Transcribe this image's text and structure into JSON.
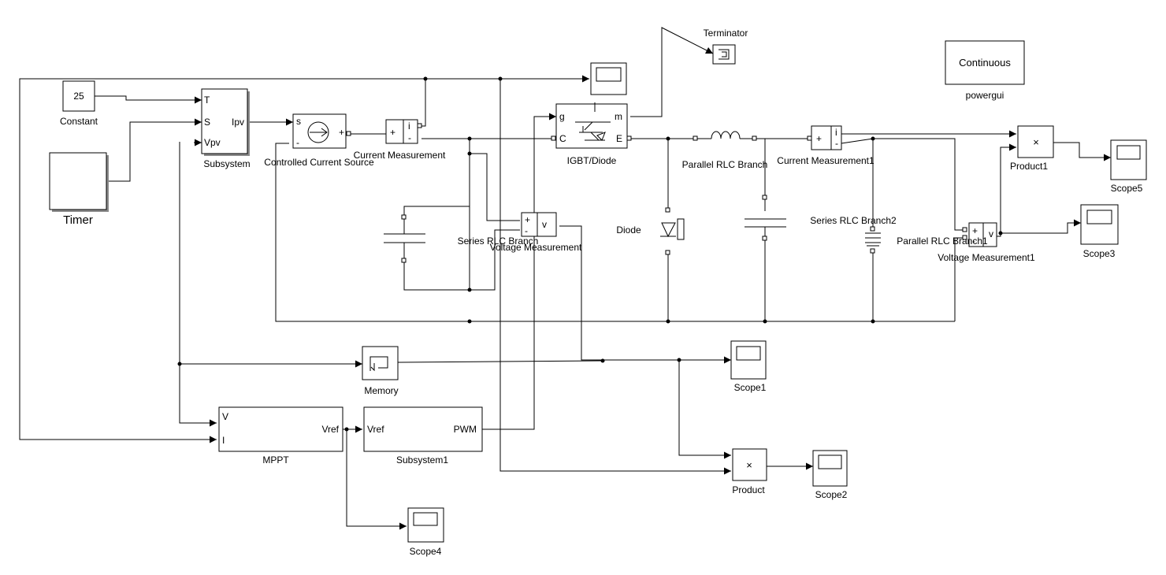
{
  "blocks": {
    "constant": {
      "value": "25",
      "label": "Constant"
    },
    "timer": {
      "label": "Timer"
    },
    "subsystem": {
      "label": "Subsystem",
      "port_t": "T",
      "port_s": "S",
      "port_vpv": "Vpv",
      "port_ipv": "Ipv"
    },
    "ccs": {
      "label": "Controlled Current Source",
      "port_s": "s",
      "port_plus": "+",
      "port_minus": "-"
    },
    "cm": {
      "label": "Current Measurement",
      "port_plus": "+",
      "port_i": "i",
      "port_minus": "-"
    },
    "igbt": {
      "label": "IGBT/Diode",
      "port_g": "g",
      "port_m": "m",
      "port_c": "C",
      "port_e": "E"
    },
    "terminator": {
      "label": "Terminator"
    },
    "continuous": {
      "value": "Continuous",
      "label": "powergui"
    },
    "prlc": {
      "label": "Parallel RLC Branch"
    },
    "cm1": {
      "label": "Current Measurement1",
      "port_plus": "+",
      "port_i": "i",
      "port_minus": "-"
    },
    "product1": {
      "symbol": "×",
      "label": "Product1"
    },
    "scope5": {
      "label": "Scope5"
    },
    "srlc": {
      "label": "Series RLC Branch"
    },
    "vm": {
      "label": "Voltage Measurement",
      "port_plus": "+",
      "port_minus": "-",
      "port_v": "v"
    },
    "diode": {
      "label": "Diode"
    },
    "srlc2": {
      "label": "Series RLC Branch2"
    },
    "prlc1": {
      "label": "Parallel RLC Branch1"
    },
    "vm1": {
      "label": "Voltage Measurement1",
      "port_plus": "+",
      "port_minus": "-",
      "port_v": "v"
    },
    "scope3": {
      "label": "Scope3"
    },
    "memory": {
      "label": "Memory"
    },
    "scope1": {
      "label": "Scope1"
    },
    "mppt": {
      "label": "MPPT",
      "port_v": "V",
      "port_i": "I",
      "port_vref": "Vref"
    },
    "subsystem1": {
      "label": "Subsystem1",
      "port_vref": "Vref",
      "port_pwm": "PWM"
    },
    "product": {
      "symbol": "×",
      "label": "Product"
    },
    "scope2": {
      "label": "Scope2"
    },
    "scope4": {
      "label": "Scope4"
    }
  }
}
